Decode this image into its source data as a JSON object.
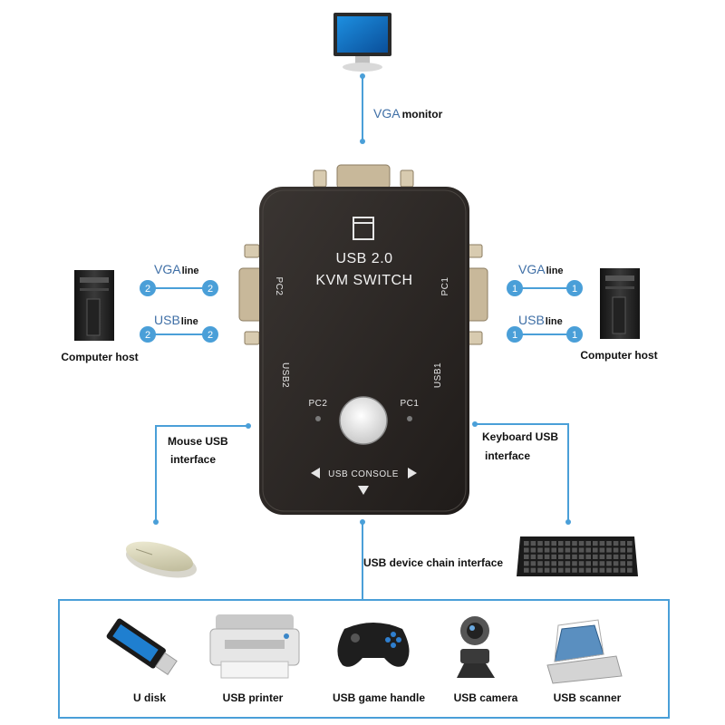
{
  "monitor": {
    "label_prefix": "VGA",
    "label_suffix": "monitor"
  },
  "switch": {
    "title_line1": "USB 2.0",
    "title_line2": "KVM SWITCH",
    "port_pc2": "PC2",
    "port_pc1": "PC1",
    "port_usb2": "USB2",
    "port_usb1": "USB1",
    "led_pc2": "PC2",
    "led_pc1": "PC1",
    "console": "USB CONSOLE"
  },
  "left_host": {
    "label": "Computer host",
    "vga_prefix": "VGA",
    "vga_suffix": "line",
    "usb_prefix": "USB",
    "usb_suffix": "line",
    "badge": "2"
  },
  "right_host": {
    "label": "Computer host",
    "vga_prefix": "VGA",
    "vga_suffix": "line",
    "usb_prefix": "USB",
    "usb_suffix": "line",
    "badge": "1"
  },
  "mouse": {
    "label_line1": "Mouse USB",
    "label_line2": "interface"
  },
  "keyboard": {
    "label_line1": "Keyboard USB",
    "label_line2": "interface"
  },
  "chain": {
    "label": "USB device chain interface"
  },
  "devices": [
    {
      "name": "u-disk",
      "label": "U disk"
    },
    {
      "name": "usb-printer",
      "label": "USB printer"
    },
    {
      "name": "usb-game-handle",
      "label": "USB game handle"
    },
    {
      "name": "usb-camera",
      "label": "USB camera"
    },
    {
      "name": "usb-scanner",
      "label": "USB scanner"
    }
  ],
  "colors": {
    "accent": "#4a9fd8",
    "device_body": "#2b2725"
  }
}
